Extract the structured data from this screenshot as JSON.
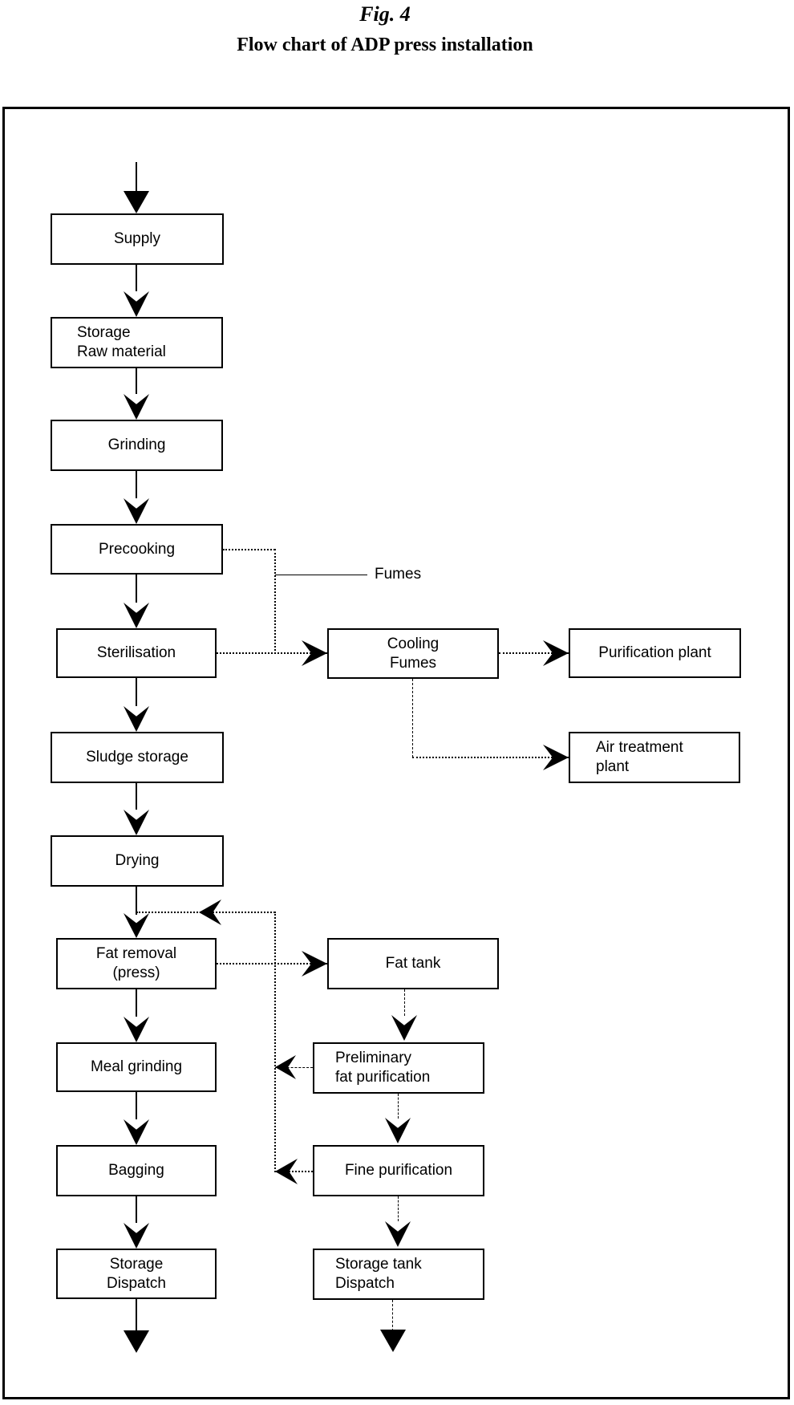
{
  "figure": {
    "label": "Fig. 4",
    "title": "Flow chart of ADP press installation"
  },
  "colors": {
    "ink": "#000000",
    "background": "#ffffff"
  },
  "annotations": {
    "fumes_label": "Fumes"
  },
  "nodes": {
    "supply": {
      "label": "Supply"
    },
    "storage_raw_material": {
      "line1": "Storage",
      "line2": "Raw material"
    },
    "grinding": {
      "label": "Grinding"
    },
    "precooking": {
      "label": "Precooking"
    },
    "sterilisation": {
      "label": "Sterilisation"
    },
    "cooling_fumes": {
      "line1": "Cooling",
      "line2": "Fumes"
    },
    "purification_plant": {
      "label": "Purification plant"
    },
    "air_treatment_plant": {
      "line1": "Air treatment",
      "line2": "plant"
    },
    "sludge_storage": {
      "label": "Sludge storage"
    },
    "drying": {
      "label": "Drying"
    },
    "fat_removal": {
      "line1": "Fat removal",
      "line2": "(press)"
    },
    "fat_tank": {
      "label": "Fat tank"
    },
    "meal_grinding": {
      "label": "Meal grinding"
    },
    "preliminary_fat_purification": {
      "line1": "Preliminary",
      "line2": "fat purification"
    },
    "bagging": {
      "label": "Bagging"
    },
    "fine_purification": {
      "label": "Fine purification"
    },
    "storage_dispatch": {
      "line1": "Storage",
      "line2": "Dispatch"
    },
    "storage_tank_dispatch": {
      "line1": "Storage tank",
      "line2": "Dispatch"
    }
  },
  "edges": [
    {
      "from": "start",
      "to": "supply",
      "style": "solid"
    },
    {
      "from": "supply",
      "to": "storage_raw_material",
      "style": "solid"
    },
    {
      "from": "storage_raw_material",
      "to": "grinding",
      "style": "solid"
    },
    {
      "from": "grinding",
      "to": "precooking",
      "style": "solid"
    },
    {
      "from": "precooking",
      "to": "sterilisation",
      "style": "solid"
    },
    {
      "from": "precooking",
      "to": "fumes_label",
      "style": "dotted"
    },
    {
      "from": "sterilisation",
      "to": "sludge_storage",
      "style": "solid"
    },
    {
      "from": "sterilisation",
      "to": "cooling_fumes",
      "style": "dotted"
    },
    {
      "from": "cooling_fumes",
      "to": "purification_plant",
      "style": "dotted"
    },
    {
      "from": "cooling_fumes",
      "to": "air_treatment_plant",
      "style": "dashed-dotted"
    },
    {
      "from": "sludge_storage",
      "to": "drying",
      "style": "solid"
    },
    {
      "from": "drying",
      "to": "fat_removal",
      "style": "solid"
    },
    {
      "from": "fat_removal",
      "to": "fat_tank",
      "style": "dotted"
    },
    {
      "from": "fat_tank",
      "to": "preliminary_fat_purification",
      "style": "dashed"
    },
    {
      "from": "preliminary_fat_purification",
      "to": "fat_removal",
      "style": "dashed-return"
    },
    {
      "from": "preliminary_fat_purification",
      "to": "fine_purification",
      "style": "dashed"
    },
    {
      "from": "fine_purification",
      "to": "fat_removal",
      "style": "dotted-return"
    },
    {
      "from": "fine_purification",
      "to": "storage_tank_dispatch",
      "style": "dashed"
    },
    {
      "from": "fat_removal",
      "to": "meal_grinding",
      "style": "solid"
    },
    {
      "from": "meal_grinding",
      "to": "bagging",
      "style": "solid"
    },
    {
      "from": "bagging",
      "to": "storage_dispatch",
      "style": "solid"
    },
    {
      "from": "storage_dispatch",
      "to": "out",
      "style": "solid"
    },
    {
      "from": "storage_tank_dispatch",
      "to": "out",
      "style": "dashed"
    }
  ]
}
